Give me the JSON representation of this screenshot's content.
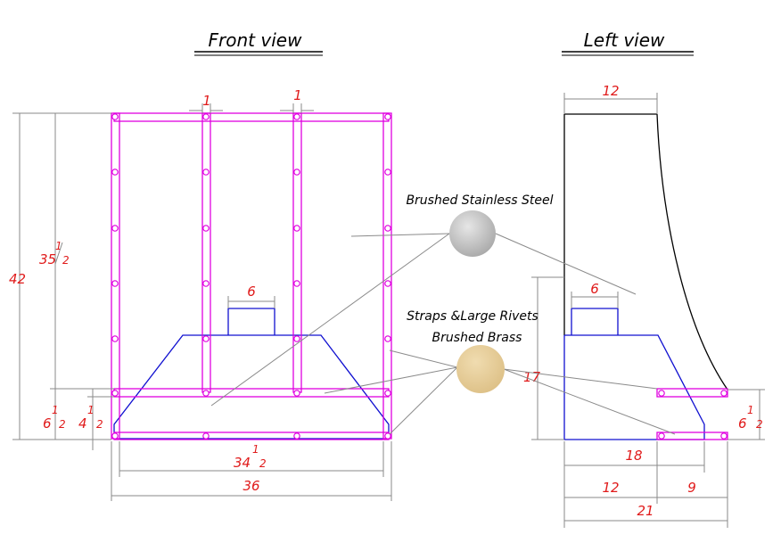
{
  "front": {
    "title": "Front view",
    "dim_strap_a": "1",
    "dim_strap_b": "1",
    "dim_height": "42",
    "dim_upper_whole": "35",
    "dim_upper_frac_num": "1",
    "dim_upper_frac_den": "2",
    "dim_left_whole": "6",
    "dim_left_frac_num": "1",
    "dim_left_frac_den": "2",
    "dim_inner_whole": "4",
    "dim_inner_frac_num": "1",
    "dim_inner_frac_den": "2",
    "dim_chimney": "6",
    "dim_inner_width_whole": "34",
    "dim_inner_width_frac_num": "1",
    "dim_inner_width_frac_den": "2",
    "dim_width": "36"
  },
  "left": {
    "title": "Left view",
    "dim_top": "12",
    "dim_chimney": "6",
    "dim_17": "17",
    "dim_right_whole": "6",
    "dim_right_frac_num": "1",
    "dim_right_frac_den": "2",
    "dim_18": "18",
    "dim_12": "12",
    "dim_9": "9",
    "dim_21": "21"
  },
  "materials": {
    "steel_label": "Brushed Stainless Steel",
    "steel_color": "#bdbdbd",
    "brass_label_line1": "Straps &Large Rivets",
    "brass_label_line2": "Brushed Brass",
    "brass_color": "#e6cc96"
  },
  "colors": {
    "straps": "#e000e0",
    "body": "#1010d0",
    "dimensions": "#e01b1b"
  }
}
